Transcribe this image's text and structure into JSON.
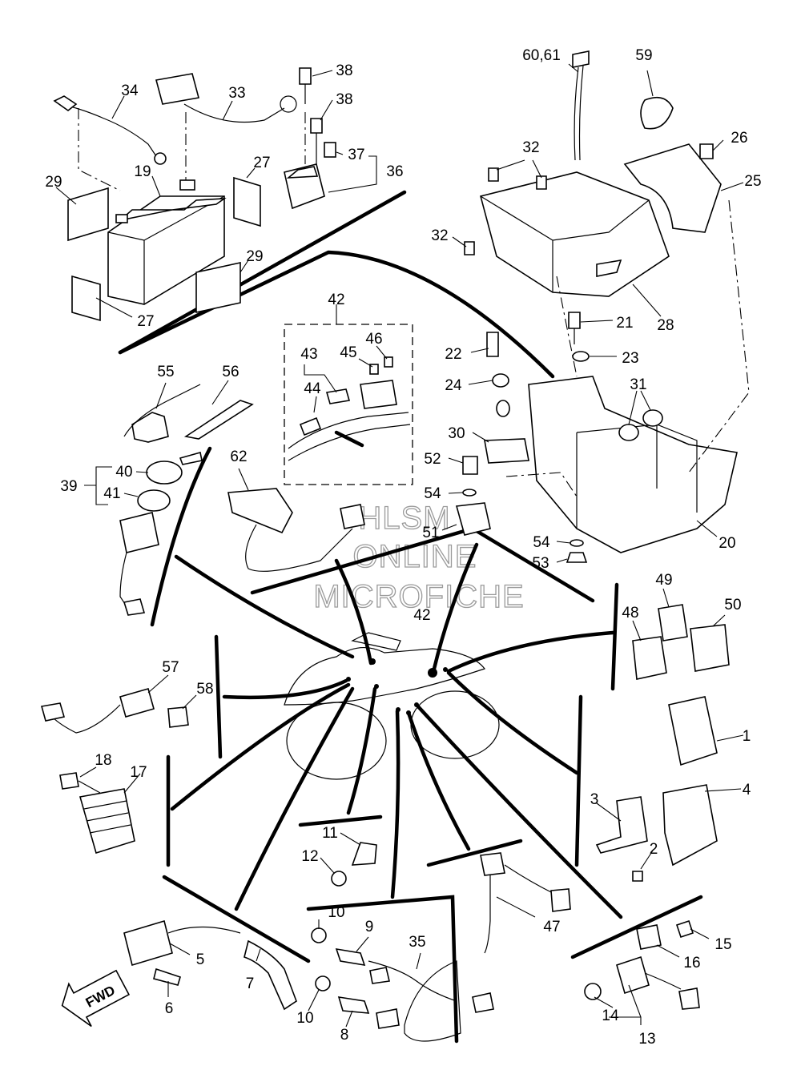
{
  "watermark": {
    "line1": "HLSM",
    "line2": "ONLINE",
    "line3": "MICROFICHE"
  },
  "direction_arrow": {
    "label": "FWD"
  },
  "callouts": {
    "c1": "1",
    "c2": "2",
    "c3": "3",
    "c4": "4",
    "c5": "5",
    "c6": "6",
    "c7": "7",
    "c8": "8",
    "c9": "9",
    "c10a": "10",
    "c10b": "10",
    "c11": "11",
    "c12": "12",
    "c13": "13",
    "c14": "14",
    "c15": "15",
    "c16": "16",
    "c17": "17",
    "c18": "18",
    "c19": "19",
    "c20": "20",
    "c21": "21",
    "c22": "22",
    "c23": "23",
    "c24": "24",
    "c25": "25",
    "c26": "26",
    "c27a": "27",
    "c27b": "27",
    "c28": "28",
    "c29a": "29",
    "c29b": "29",
    "c30": "30",
    "c31": "31",
    "c32a": "32",
    "c32b": "32",
    "c33": "33",
    "c34": "34",
    "c35": "35",
    "c36": "36",
    "c37": "37",
    "c38a": "38",
    "c38b": "38",
    "c39": "39",
    "c40": "40",
    "c41": "41",
    "c42a": "42",
    "c42b": "42",
    "c43": "43",
    "c44": "44",
    "c45": "45",
    "c46": "46",
    "c47": "47",
    "c48": "48",
    "c49": "49",
    "c50": "50",
    "c51": "51",
    "c52": "52",
    "c53": "53",
    "c54a": "54",
    "c54b": "54",
    "c55": "55",
    "c56": "56",
    "c57": "57",
    "c58": "58",
    "c59": "59",
    "c6061": "60,61",
    "c62": "62"
  }
}
